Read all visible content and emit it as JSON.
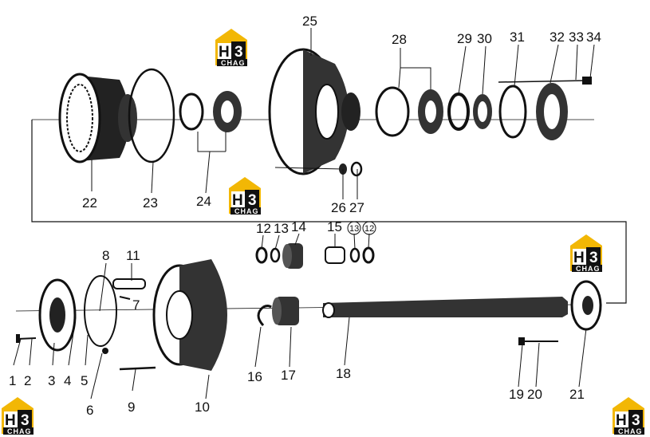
{
  "logo": {
    "letter": "H",
    "number": "3",
    "sub": "CHAG",
    "colors": {
      "yellow": "#f2b705",
      "dark": "#111111",
      "white": "#ffffff"
    }
  },
  "callouts": {
    "1": "1",
    "2": "2",
    "3": "3",
    "4": "4",
    "5": "5",
    "6": "6",
    "7": "7",
    "8": "8",
    "9": "9",
    "10": "10",
    "11": "11",
    "12": "12",
    "13": "13",
    "14": "14",
    "15": "15",
    "16": "16",
    "17": "17",
    "18": "18",
    "19": "19",
    "20": "20",
    "21": "21",
    "22": "22",
    "23": "23",
    "24": "24",
    "25": "25",
    "26": "26",
    "27": "27",
    "28": "28",
    "29": "29",
    "30": "30",
    "31": "31",
    "32": "32",
    "33": "33",
    "34": "34",
    "c13": "13",
    "c12": "12"
  }
}
